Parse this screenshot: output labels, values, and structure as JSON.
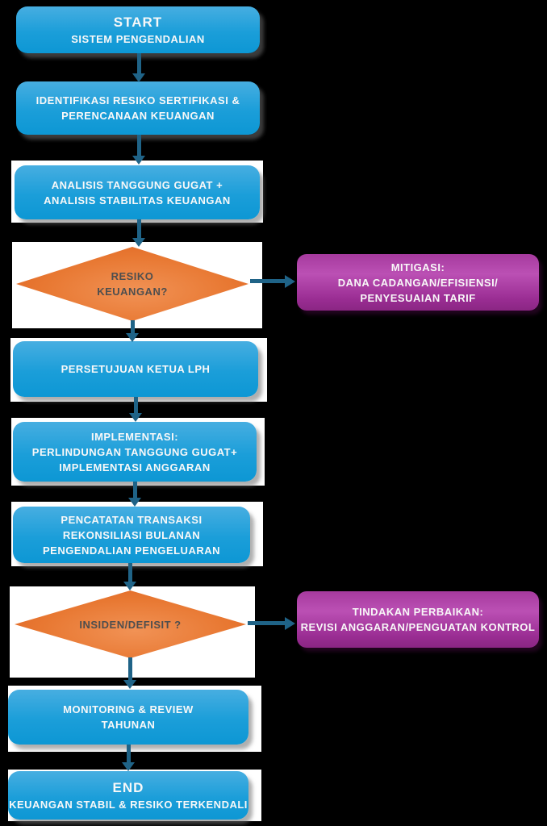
{
  "diagram_title": "Sistem Pengendalian - Flowchart",
  "colors": {
    "background": "#000000",
    "process_blue_top": "#47aee1",
    "process_blue_bottom": "#0d97d4",
    "decision_orange": "#e87832",
    "action_purple": "#a2309a",
    "arrow_teal": "#1f6387",
    "text_light": "#f8f8f8",
    "text_dark": "#4e4e4e",
    "backing_white": "#ffffff"
  },
  "nodes": {
    "start": {
      "title": "START",
      "subtitle": "SISTEM PENGENDALIAN"
    },
    "identify": {
      "lines": [
        "IDENTIFIKASI RESIKO SERTIFIKASI &",
        "PERENCANAAN KEUANGAN"
      ]
    },
    "analysis": {
      "lines": [
        "ANALISIS TANGGUNG GUGAT +",
        "ANALISIS STABILITAS KEUANGAN"
      ]
    },
    "decision1": {
      "lines": [
        "RESIKO",
        "KEUANGAN?"
      ]
    },
    "mitigation": {
      "lines": [
        "MITIGASI:",
        "DANA CADANGAN/EFISIENSI/",
        "PENYESUAIAN TARIF"
      ]
    },
    "approval": {
      "lines": [
        "PERSETUJUAN KETUA LPH"
      ]
    },
    "implementation": {
      "lines": [
        "IMPLEMENTASI:",
        "PERLINDUNGAN TANGGUNG GUGAT+",
        "IMPLEMENTASI ANGGARAN"
      ]
    },
    "recording": {
      "lines": [
        "PENCATATAN TRANSAKSI",
        "REKONSILIASI BULANAN",
        "PENGENDALIAN PENGELUARAN"
      ]
    },
    "decision2": {
      "lines": [
        "INSIDEN/DEFISIT ?"
      ]
    },
    "corrective": {
      "lines": [
        "TINDAKAN PERBAIKAN:",
        "REVISI ANGGARAN/PENGUATAN KONTROL"
      ]
    },
    "monitoring": {
      "lines": [
        "MONITORING & REVIEW",
        "TAHUNAN"
      ]
    },
    "end": {
      "title": "END",
      "subtitle": "KEUANGAN STABIL & RESIKO TERKENDALI"
    }
  }
}
